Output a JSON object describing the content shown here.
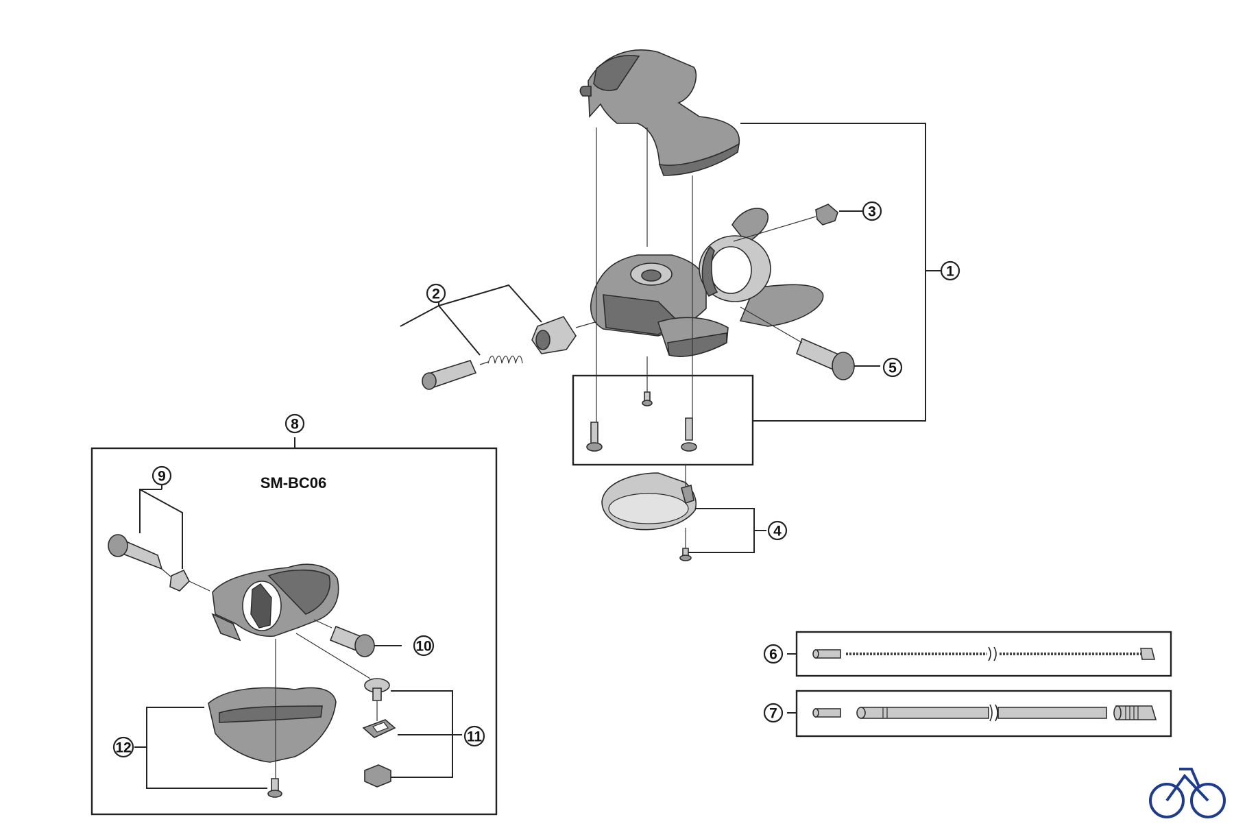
{
  "model_label": "SM-BC06",
  "callouts": {
    "c1": "1",
    "c2": "2",
    "c3": "3",
    "c4": "4",
    "c5": "5",
    "c6": "6",
    "c7": "7",
    "c8": "8",
    "c9": "9",
    "c10": "10",
    "c11": "11",
    "c12": "12"
  },
  "logo_icon": "bicycle-icon"
}
